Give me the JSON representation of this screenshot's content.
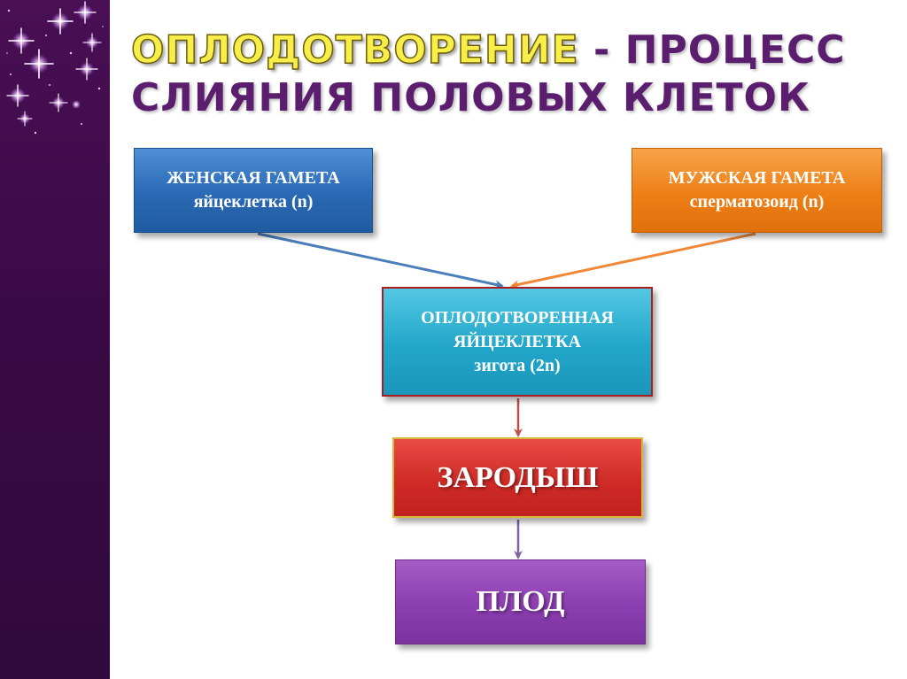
{
  "title": {
    "highlight": "ОПЛОДОТВОРЕНИЕ",
    "rest_line1": " - ПРОЦЕСС",
    "line2": "СЛИЯНИЯ ПОЛОВЫХ КЛЕТОК"
  },
  "nodes": {
    "female": {
      "line1": "ЖЕНСКАЯ ГАМЕТА",
      "line2": "яйцеклетка (n)",
      "color": "#2a69b4"
    },
    "male": {
      "line1": "МУЖСКАЯ ГАМЕТА",
      "line2": "сперматозоид (n)",
      "color": "#ee7f16"
    },
    "zygote": {
      "line1": "ОПЛОДОТВОРЕННАЯ",
      "line2": "ЯЙЦЕКЛЕТКА",
      "line3": "зигота (2n)",
      "color": "#21a6c9"
    },
    "embryo": {
      "label": "ЗАРОДЫШ",
      "color": "#cf2b27"
    },
    "fruit": {
      "label": "ПЛОД",
      "color": "#8b3eb0"
    }
  },
  "colors": {
    "side_panel": "#3a0a46",
    "title": "#5b1d6d",
    "title_highlight": "#f7ee4a"
  }
}
